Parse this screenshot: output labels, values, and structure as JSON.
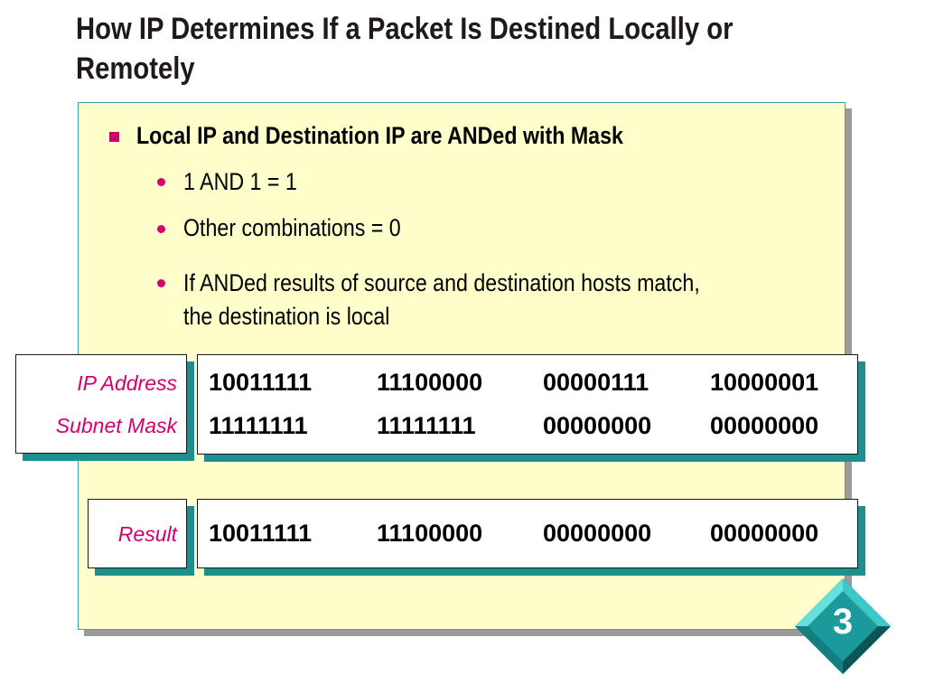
{
  "slide": {
    "title_line1": "How IP Determines If a Packet Is Destined Locally or",
    "title_line2": "Remotely",
    "main_bullet": "Local IP and Destination IP are ANDed with Mask",
    "sub_bullets": [
      "1 AND 1 = 1",
      "Other combinations = 0",
      "If ANDed results of source and destination hosts match,",
      "the destination is local"
    ],
    "labels": {
      "ip_address": "IP Address",
      "subnet_mask": "Subnet Mask",
      "result": "Result"
    },
    "ip_address_octets": [
      "10011111",
      "11100000",
      "00000111",
      "10000001"
    ],
    "subnet_mask_octets": [
      "11111111",
      "11111111",
      "00000000",
      "00000000"
    ],
    "result_octets": [
      "10011111",
      "11100000",
      "00000000",
      "00000000"
    ],
    "slide_number": "3",
    "colors": {
      "panel_background": "#ffffcc",
      "accent_magenta": "#d4006f",
      "teal": "#1e8e8e"
    }
  }
}
